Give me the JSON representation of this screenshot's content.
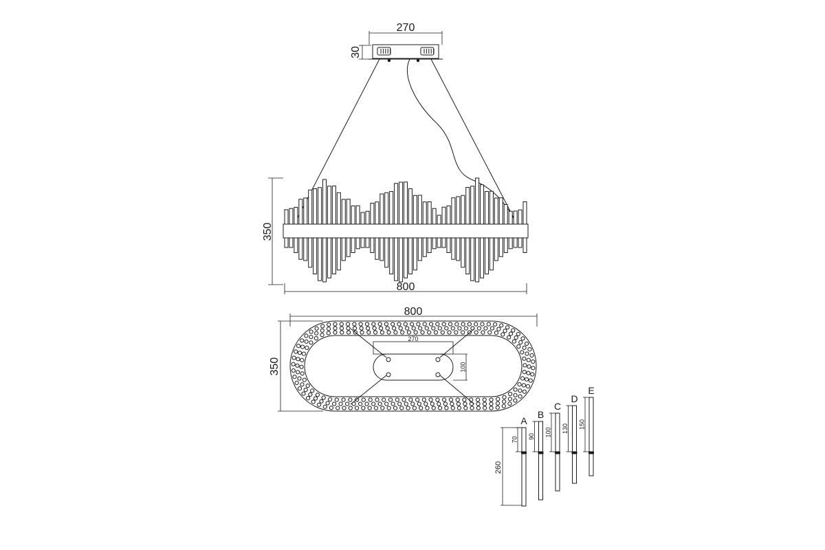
{
  "canopy": {
    "width_label": "270",
    "height_label": "30"
  },
  "front_view": {
    "height_label": "350",
    "width_label": "800"
  },
  "top_view": {
    "width_label": "800",
    "height_label": "350",
    "plate_width_label": "270",
    "plate_height_label": "100"
  },
  "rod_detail": {
    "overall_label": "260",
    "rods": [
      {
        "letter": "A",
        "dim": "70"
      },
      {
        "letter": "B",
        "dim": "90"
      },
      {
        "letter": "C",
        "dim": "100"
      },
      {
        "letter": "D",
        "dim": "130"
      },
      {
        "letter": "E",
        "dim": "150"
      }
    ]
  }
}
